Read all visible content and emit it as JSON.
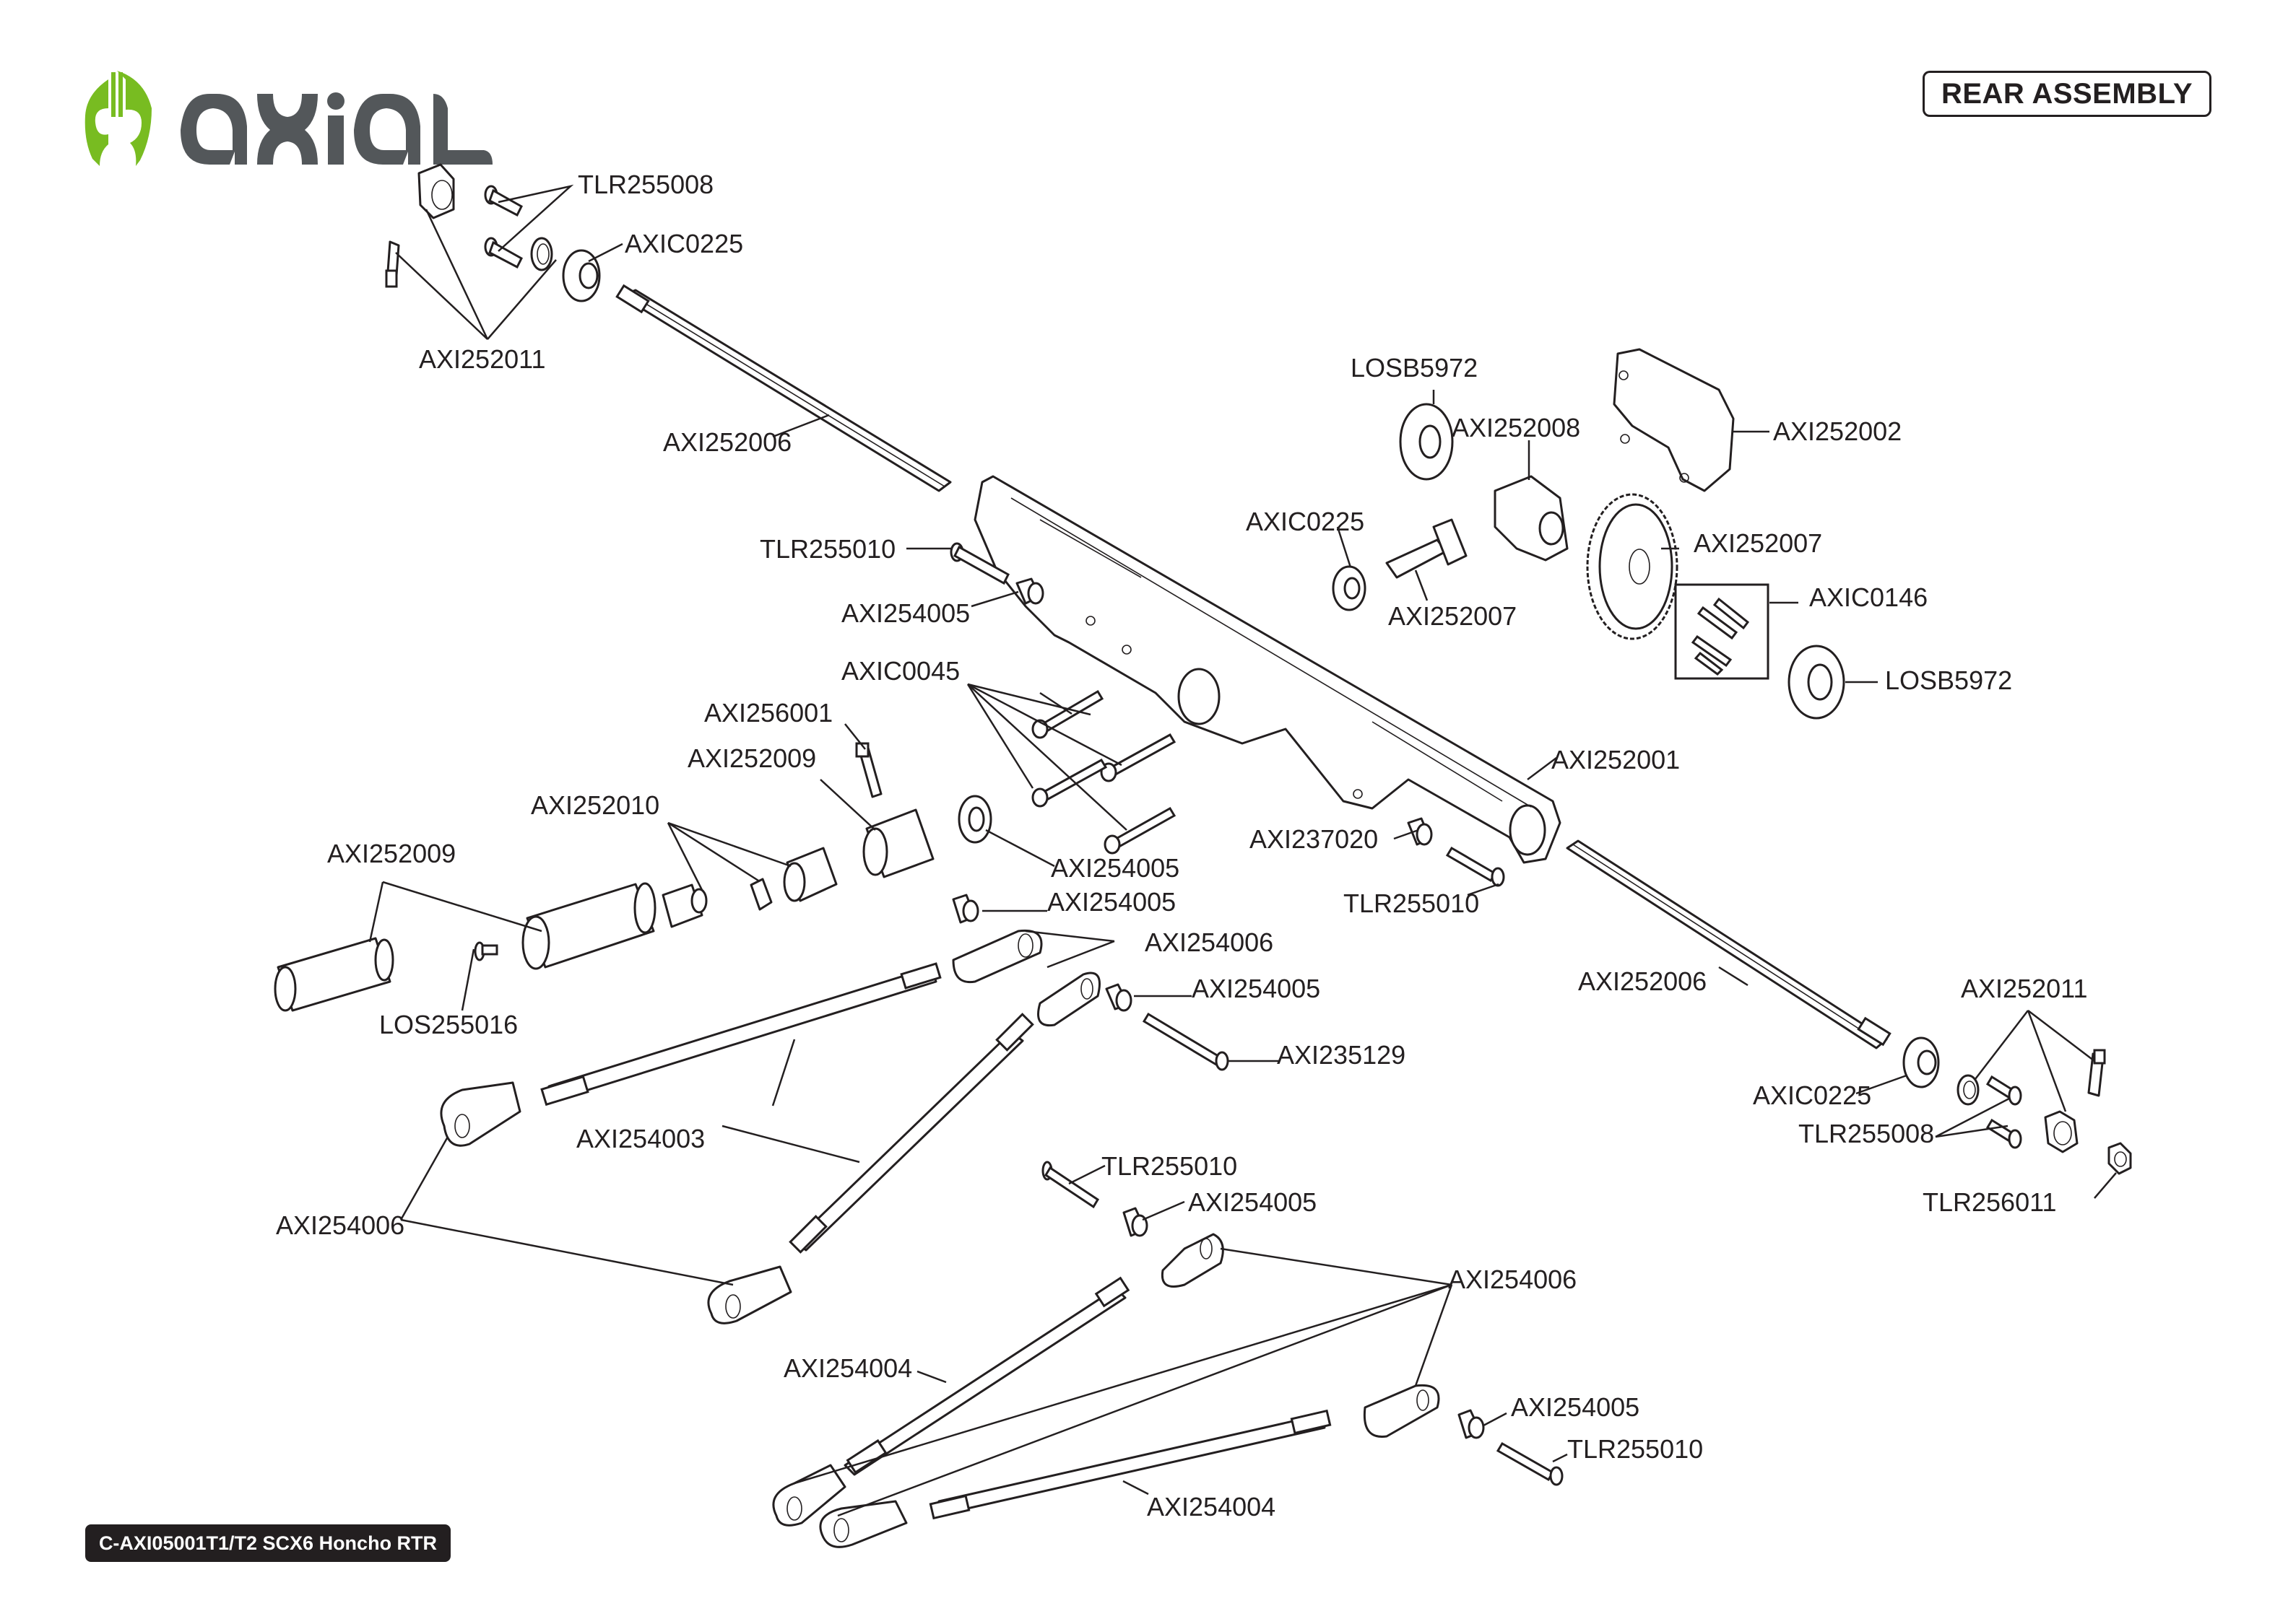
{
  "brand": {
    "name": "axial",
    "logo_green": "#78bc21",
    "logo_gray": "#53575a"
  },
  "header": {
    "title": "REAR ASSEMBLY"
  },
  "footer": {
    "model": "C-AXI05001T1/T2 SCX6 Honcho RTR"
  },
  "callouts": [
    {
      "id": "c1",
      "text": "TLR255008"
    },
    {
      "id": "c2",
      "text": "AXIC0225"
    },
    {
      "id": "c3",
      "text": "AXI252011"
    },
    {
      "id": "c4",
      "text": "AXI252006"
    },
    {
      "id": "c5",
      "text": "LOSB5972"
    },
    {
      "id": "c6",
      "text": "AXI252008"
    },
    {
      "id": "c7",
      "text": "AXI252002"
    },
    {
      "id": "c8",
      "text": "AXIC0225"
    },
    {
      "id": "c9",
      "text": "AXI252007"
    },
    {
      "id": "c10",
      "text": "AXI252007"
    },
    {
      "id": "c11",
      "text": "TLR255010"
    },
    {
      "id": "c12",
      "text": "AXI254005"
    },
    {
      "id": "c13",
      "text": "AXIC0146"
    },
    {
      "id": "c14",
      "text": "LOSB5972"
    },
    {
      "id": "c15",
      "text": "AXIC0045"
    },
    {
      "id": "c16",
      "text": "AXI256001"
    },
    {
      "id": "c17",
      "text": "AXI252009"
    },
    {
      "id": "c18",
      "text": "AXI252001"
    },
    {
      "id": "c19",
      "text": "AXI252010"
    },
    {
      "id": "c20",
      "text": "AXI254005"
    },
    {
      "id": "c21",
      "text": "AXI237020"
    },
    {
      "id": "c22",
      "text": "TLR255010"
    },
    {
      "id": "c23",
      "text": "AXI252009"
    },
    {
      "id": "c24",
      "text": "AXI254005"
    },
    {
      "id": "c25",
      "text": "AXI254006"
    },
    {
      "id": "c26",
      "text": "AXI254005"
    },
    {
      "id": "c27",
      "text": "AXI252006"
    },
    {
      "id": "c28",
      "text": "AXI252011"
    },
    {
      "id": "c29",
      "text": "LOS255016"
    },
    {
      "id": "c30",
      "text": "AXI235129"
    },
    {
      "id": "c31",
      "text": "AXIC0225"
    },
    {
      "id": "c32",
      "text": "TLR255008"
    },
    {
      "id": "c33",
      "text": "AXI254003"
    },
    {
      "id": "c34",
      "text": "TLR255010"
    },
    {
      "id": "c35",
      "text": "TLR256011"
    },
    {
      "id": "c36",
      "text": "AXI254005"
    },
    {
      "id": "c37",
      "text": "AXI254006"
    },
    {
      "id": "c38",
      "text": "AXI254006"
    },
    {
      "id": "c39",
      "text": "AXI254004"
    },
    {
      "id": "c40",
      "text": "AXI254005"
    },
    {
      "id": "c41",
      "text": "TLR255010"
    },
    {
      "id": "c42",
      "text": "AXI254004"
    }
  ]
}
